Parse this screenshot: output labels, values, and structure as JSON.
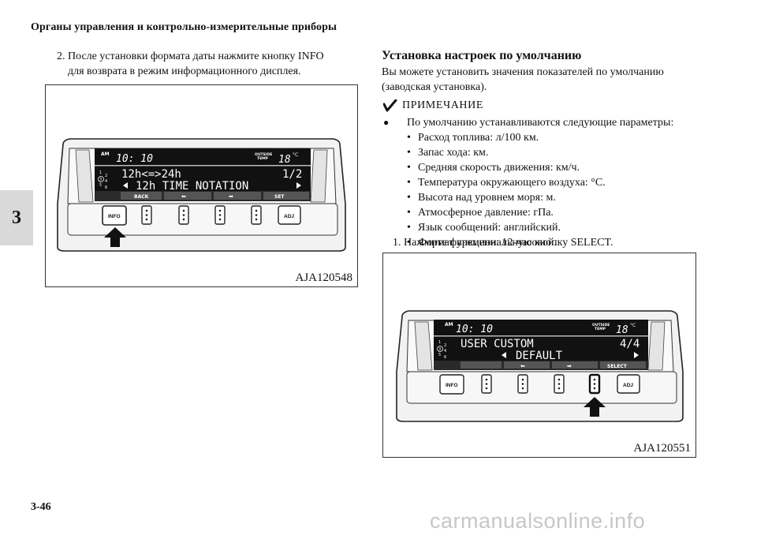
{
  "header": {
    "title": "Органы управления и контрольно-измерительные приборы"
  },
  "chapter_tab": "3",
  "left": {
    "step2_number": "2.",
    "step2_line1": "После установки формата даты нажмите кнопку INFO",
    "step2_line2": "для возврата в режим информационного дисплея."
  },
  "right": {
    "section_title": "Установка настроек по умолчанию",
    "intro_line1": "Вы можете установить значения показателей по умолчанию",
    "intro_line2": "(заводская установка).",
    "note_label": "ПРИМЕЧАНИЕ",
    "note_text": "По умолчанию устанавливаются следующие параметры:",
    "defaults": [
      "Расход топлива: л/100 км.",
      "Запас хода: км.",
      "Средняя скорость движения: км/ч.",
      "Температура окружающего воздуха: °С.",
      "Высота над уровнем моря: м.",
      "Атмосферное давление: гПа.",
      "Язык сообщений: английский.",
      "Формат времени: 12-часовой."
    ],
    "step1_number": "1.",
    "step1_text": "Нажмите функциональную кнопку SELECT."
  },
  "figure1": {
    "label": "AJA120548",
    "lcd": {
      "am": "AM",
      "time": "10: 10",
      "outside1": "OUTSIDE",
      "outside2": "TEMP",
      "temp": "18",
      "unit": "°C",
      "line1": "12h<=>24h",
      "page": "1/2",
      "line2": "12h TIME NOTATION",
      "nav_left": "BACK",
      "nav_right": "SET",
      "gear": [
        "1",
        "2",
        "3",
        "4",
        "5",
        "6"
      ]
    },
    "buttons": {
      "info": "INFO",
      "adj": "ADJ"
    }
  },
  "figure2": {
    "label": "AJA120551",
    "lcd": {
      "am": "AM",
      "time": "10: 10",
      "outside1": "OUTSIDE",
      "outside2": "TEMP",
      "temp": "18",
      "unit": "°C",
      "line1": "USER CUSTOM",
      "page": "4/4",
      "line2": "DEFAULT",
      "nav_right": "SELECT",
      "gear": [
        "1",
        "2",
        "3",
        "4",
        "5",
        "6"
      ]
    },
    "buttons": {
      "info": "INFO",
      "adj": "ADJ"
    }
  },
  "footer": {
    "page_number": "3-46",
    "watermark": "carmanualsonline.info"
  }
}
